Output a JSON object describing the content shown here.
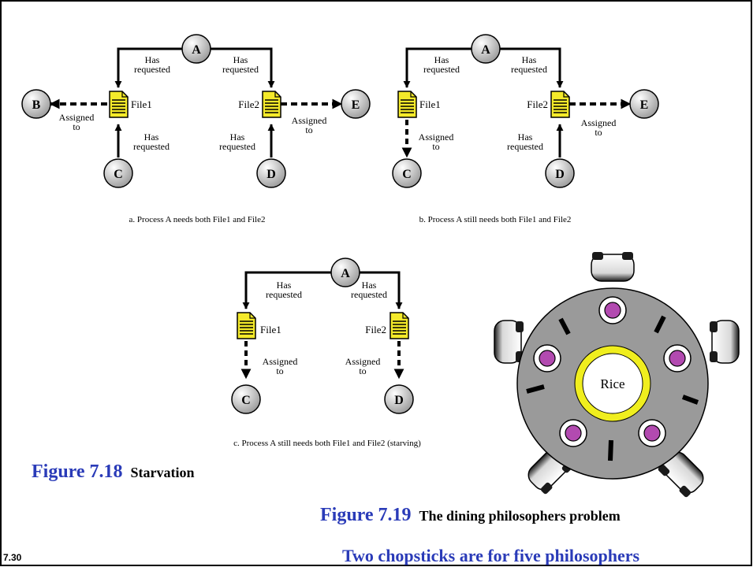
{
  "slide": {
    "number": "7.30"
  },
  "figure_7_18": {
    "number": "Figure 7.18",
    "title": "Starvation",
    "panel_a": {
      "caption": "a. Process A needs both File1 and File2",
      "processes": [
        "A",
        "B",
        "C",
        "D",
        "E"
      ],
      "files": [
        "File1",
        "File2"
      ],
      "edge_labels": [
        "Has",
        "requested",
        "Has",
        "requested",
        "Assigned",
        "to",
        "Has",
        "requested",
        "Has",
        "requested",
        "Assigned",
        "to"
      ]
    },
    "panel_b": {
      "caption": "b. Process A still needs both File1 and File2",
      "processes": [
        "A",
        "C",
        "D",
        "E"
      ],
      "files": [
        "File1",
        "File2"
      ],
      "edge_labels": [
        "Has",
        "requested",
        "Has",
        "requested",
        "Assigned",
        "to",
        "Has",
        "requested",
        "Assigned",
        "to"
      ]
    },
    "panel_c": {
      "caption": "c. Process A still needs both File1 and File2 (starving)",
      "processes": [
        "A",
        "C",
        "D"
      ],
      "files": [
        "File1",
        "File2"
      ],
      "edge_labels": [
        "Has",
        "requested",
        "Has",
        "requested",
        "Assigned",
        "to",
        "Assigned",
        "to"
      ]
    }
  },
  "figure_7_19": {
    "number": "Figure 7.19",
    "title": "The dining philosophers problem",
    "center_label": "Rice",
    "note": "Two chopsticks are for five philosophers"
  },
  "colors": {
    "caption_blue": "#2a3bb8",
    "file_fill": "#f4ea2a",
    "table_gray": "#9a9a9a",
    "rice_ring": "#f0ee1e",
    "plate_purple": "#b24ab0"
  }
}
